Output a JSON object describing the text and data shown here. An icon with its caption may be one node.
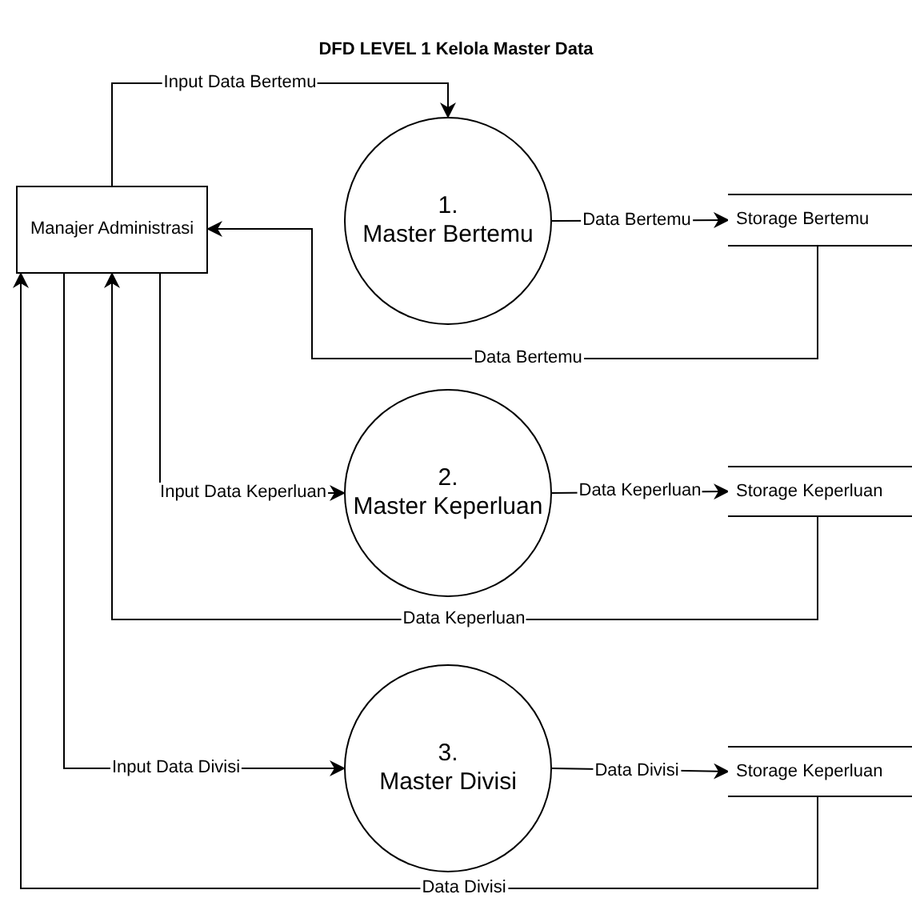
{
  "diagram": {
    "title": "DFD LEVEL 1 Kelola Master Data",
    "nodes": [
      {
        "text": [
          "Manajer Administrasi"
        ]
      },
      {
        "text": [
          "1.",
          "Master Bertemu"
        ]
      },
      {
        "text": [
          "Storage Bertemu"
        ]
      },
      {
        "text": [
          "2.",
          "Master Keperluan"
        ]
      },
      {
        "text": [
          "Storage Keperluan"
        ]
      },
      {
        "text": [
          "3.",
          "Master Divisi"
        ]
      },
      {
        "text": [
          "Storage Keperluan"
        ]
      }
    ],
    "edges": [
      {
        "from": 0,
        "to": 1,
        "arrow": "to",
        "label": "Input Data Bertemu"
      },
      {
        "from": 1,
        "to": 2,
        "arrow": "to",
        "label": "Data Bertemu"
      },
      {
        "from": 2,
        "to": 0,
        "arrow": "to",
        "label": "Data Bertemu"
      },
      {
        "from": 0,
        "to": 3,
        "arrow": "to",
        "label": "Input Data Keperluan"
      },
      {
        "from": 3,
        "to": 4,
        "arrow": "to",
        "label": "Data Keperluan"
      },
      {
        "from": 4,
        "to": 0,
        "arrow": "to",
        "label": "Data Keperluan"
      },
      {
        "from": 0,
        "to": 5,
        "arrow": "to",
        "label": "Input Data Divisi"
      },
      {
        "from": 5,
        "to": 6,
        "arrow": "to",
        "label": "Data Divisi"
      },
      {
        "from": 6,
        "to": 0,
        "arrow": "to",
        "label": "Data Divisi"
      }
    ]
  }
}
